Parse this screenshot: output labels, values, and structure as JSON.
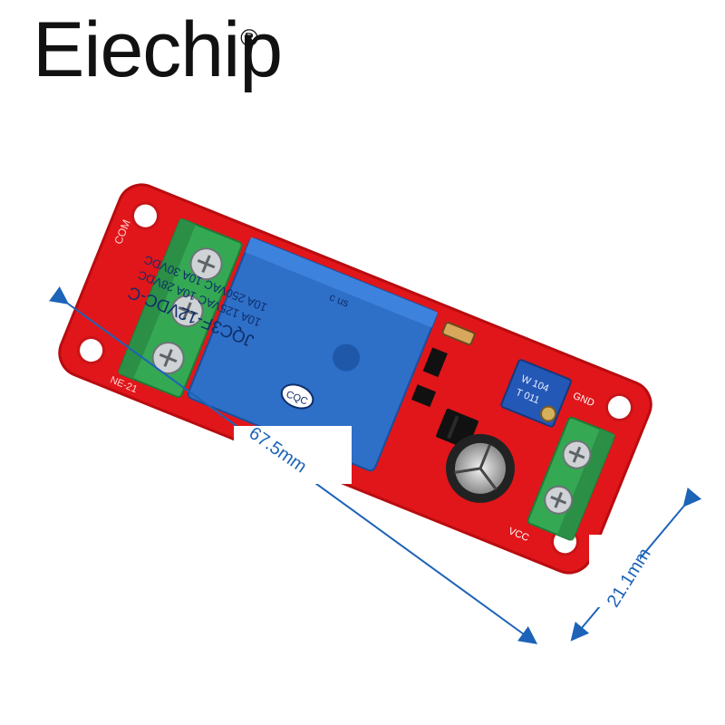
{
  "brand": {
    "name": "Eiechip",
    "registered_mark": "®"
  },
  "dimensions": {
    "length": "67.5mm",
    "width": "21.1mm"
  },
  "relay": {
    "cert_mark": "CQC",
    "ratings": [
      "10A 250VAC  10A  30VDC",
      "10A 125VAC  10A  28VDC"
    ],
    "model": "JQC3F-12VDC-C",
    "ul_mark": "c  us"
  },
  "potentiometer": {
    "code": "W 104",
    "batch": "T 011"
  },
  "board_labels": {
    "left_terminal": "COM",
    "power": [
      "GND",
      "VCC"
    ],
    "module_code": "NE-21"
  },
  "colors": {
    "pcb": "#e0161a",
    "terminal": "#34a853",
    "relay": "#2e6fc8",
    "dimension": "#1d63b8"
  }
}
